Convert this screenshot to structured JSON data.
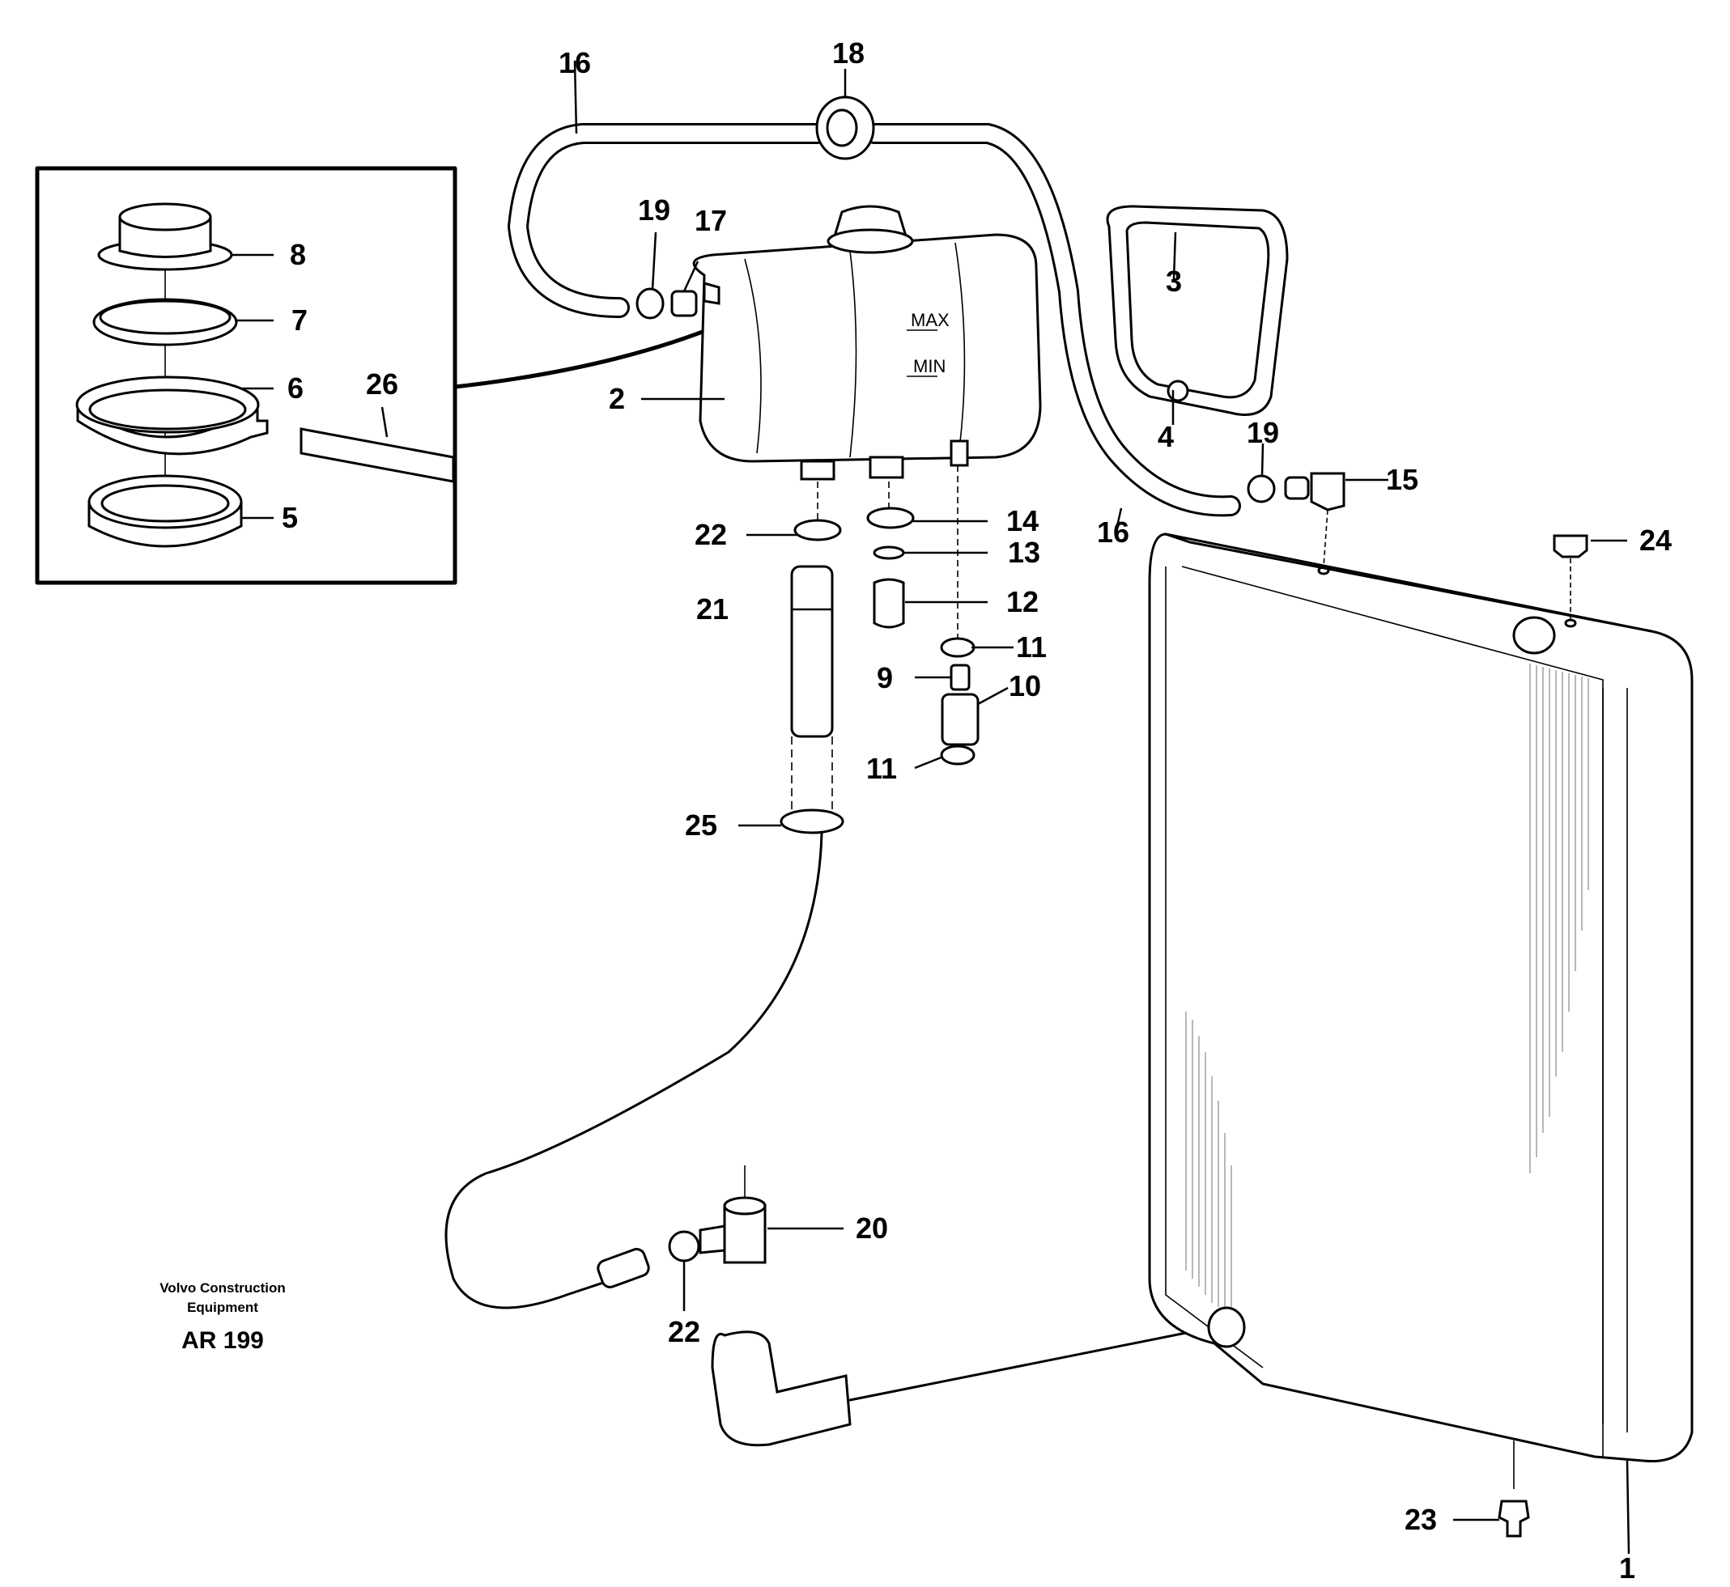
{
  "publisher": {
    "line1": "Volvo Construction",
    "line2": "Equipment",
    "code": "AR 199"
  },
  "tank_marks": {
    "max": "MAX",
    "min": "MIN"
  },
  "callouts": [
    {
      "id": "c1",
      "label": "1"
    },
    {
      "id": "c2",
      "label": "2"
    },
    {
      "id": "c3",
      "label": "3"
    },
    {
      "id": "c4",
      "label": "4"
    },
    {
      "id": "c5",
      "label": "5"
    },
    {
      "id": "c6",
      "label": "6"
    },
    {
      "id": "c7",
      "label": "7"
    },
    {
      "id": "c8",
      "label": "8"
    },
    {
      "id": "c9",
      "label": "9"
    },
    {
      "id": "c10",
      "label": "10"
    },
    {
      "id": "c11a",
      "label": "11"
    },
    {
      "id": "c11b",
      "label": "11"
    },
    {
      "id": "c12",
      "label": "12"
    },
    {
      "id": "c13",
      "label": "13"
    },
    {
      "id": "c14",
      "label": "14"
    },
    {
      "id": "c15",
      "label": "15"
    },
    {
      "id": "c16a",
      "label": "16"
    },
    {
      "id": "c16b",
      "label": "16"
    },
    {
      "id": "c17",
      "label": "17"
    },
    {
      "id": "c18",
      "label": "18"
    },
    {
      "id": "c19a",
      "label": "19"
    },
    {
      "id": "c19b",
      "label": "19"
    },
    {
      "id": "c20",
      "label": "20"
    },
    {
      "id": "c21",
      "label": "21"
    },
    {
      "id": "c22a",
      "label": "22"
    },
    {
      "id": "c22b",
      "label": "22"
    },
    {
      "id": "c23",
      "label": "23"
    },
    {
      "id": "c24",
      "label": "24"
    },
    {
      "id": "c25",
      "label": "25"
    },
    {
      "id": "c26",
      "label": "26"
    }
  ]
}
